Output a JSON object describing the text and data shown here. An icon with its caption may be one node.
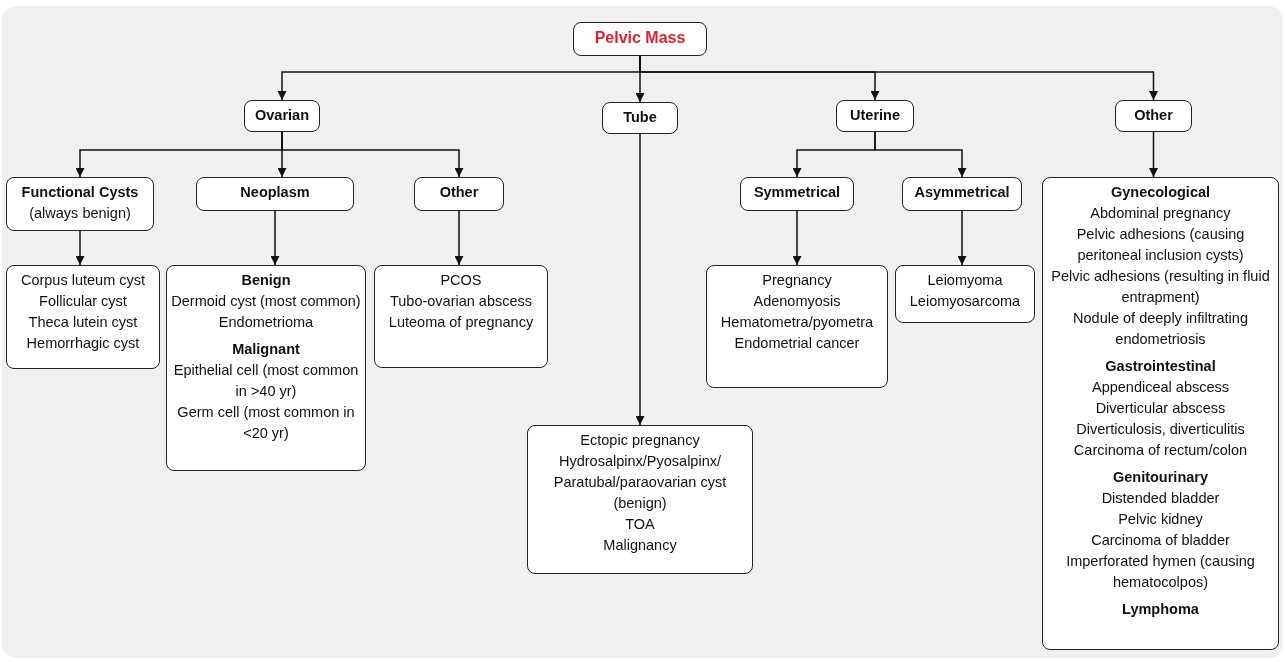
{
  "diagram": {
    "nodes": [
      {
        "text": [
          "Pelvic Mass"
        ]
      },
      {
        "text": [
          "Ovarian"
        ]
      },
      {
        "text": [
          "Tube"
        ]
      },
      {
        "text": [
          "Uterine"
        ]
      },
      {
        "text": [
          "Other"
        ]
      },
      {
        "text": [
          "Functional Cysts",
          "(always benign)"
        ]
      },
      {
        "text": [
          "Neoplasm"
        ]
      },
      {
        "text": [
          "Other"
        ]
      },
      {
        "text": [
          "Corpus luteum cyst",
          "Follicular cyst",
          "Theca lutein cyst",
          "Hemorrhagic cyst"
        ]
      },
      {
        "text": [
          "Benign",
          "Dermoid cyst (most common)",
          "Endometrioma",
          "Malignant",
          "Epithelial cell (most common in >40 yr)",
          "Germ cell (most common in <20 yr)"
        ]
      },
      {
        "text": [
          "PCOS",
          "Tubo-ovarian abscess",
          "Luteoma of pregnancy"
        ]
      },
      {
        "text": [
          "Ectopic pregnancy",
          "Hydrosalpinx/Pyosalpinx/ Paratubal/paraovarian cyst (benign)",
          "TOA",
          "Malignancy"
        ]
      },
      {
        "text": [
          "Symmetrical"
        ]
      },
      {
        "text": [
          "Asymmetrical"
        ]
      },
      {
        "text": [
          "Pregnancy",
          "Adenomyosis",
          "Hematometra/pyometra",
          "Endometrial cancer"
        ]
      },
      {
        "text": [
          "Leiomyoma",
          "Leiomyosarcoma"
        ]
      },
      {
        "text": [
          "Gynecological",
          "Abdominal pregnancy",
          "Pelvic adhesions (causing peritoneal inclusion cysts)",
          "Pelvic adhesions (resulting in fluid entrapment)",
          "Nodule of deeply infiltrating endometriosis",
          "Gastrointestinal",
          "Appendiceal abscess",
          "Diverticular abscess",
          "Diverticulosis, diverticulitis",
          "Carcinoma of rectum/colon",
          "Genitourinary",
          "Distended bladder",
          "Pelvic kidney",
          "Carcinoma of bladder",
          "Imperforated hymen (causing hematocolpos)",
          "Lymphoma"
        ]
      }
    ],
    "edges": [
      {
        "from": 0,
        "to": 1,
        "arrow": "to"
      },
      {
        "from": 0,
        "to": 2,
        "arrow": "to"
      },
      {
        "from": 0,
        "to": 3,
        "arrow": "to"
      },
      {
        "from": 0,
        "to": 4,
        "arrow": "to"
      },
      {
        "from": 1,
        "to": 5,
        "arrow": "to"
      },
      {
        "from": 1,
        "to": 6,
        "arrow": "to"
      },
      {
        "from": 1,
        "to": 7,
        "arrow": "to"
      },
      {
        "from": 5,
        "to": 8,
        "arrow": "to"
      },
      {
        "from": 6,
        "to": 9,
        "arrow": "to"
      },
      {
        "from": 7,
        "to": 10,
        "arrow": "to"
      },
      {
        "from": 2,
        "to": 11,
        "arrow": "to"
      },
      {
        "from": 3,
        "to": 12,
        "arrow": "to"
      },
      {
        "from": 3,
        "to": 13,
        "arrow": "to"
      },
      {
        "from": 12,
        "to": 14,
        "arrow": "to"
      },
      {
        "from": 13,
        "to": 15,
        "arrow": "to"
      },
      {
        "from": 4,
        "to": 16,
        "arrow": "to"
      }
    ]
  }
}
